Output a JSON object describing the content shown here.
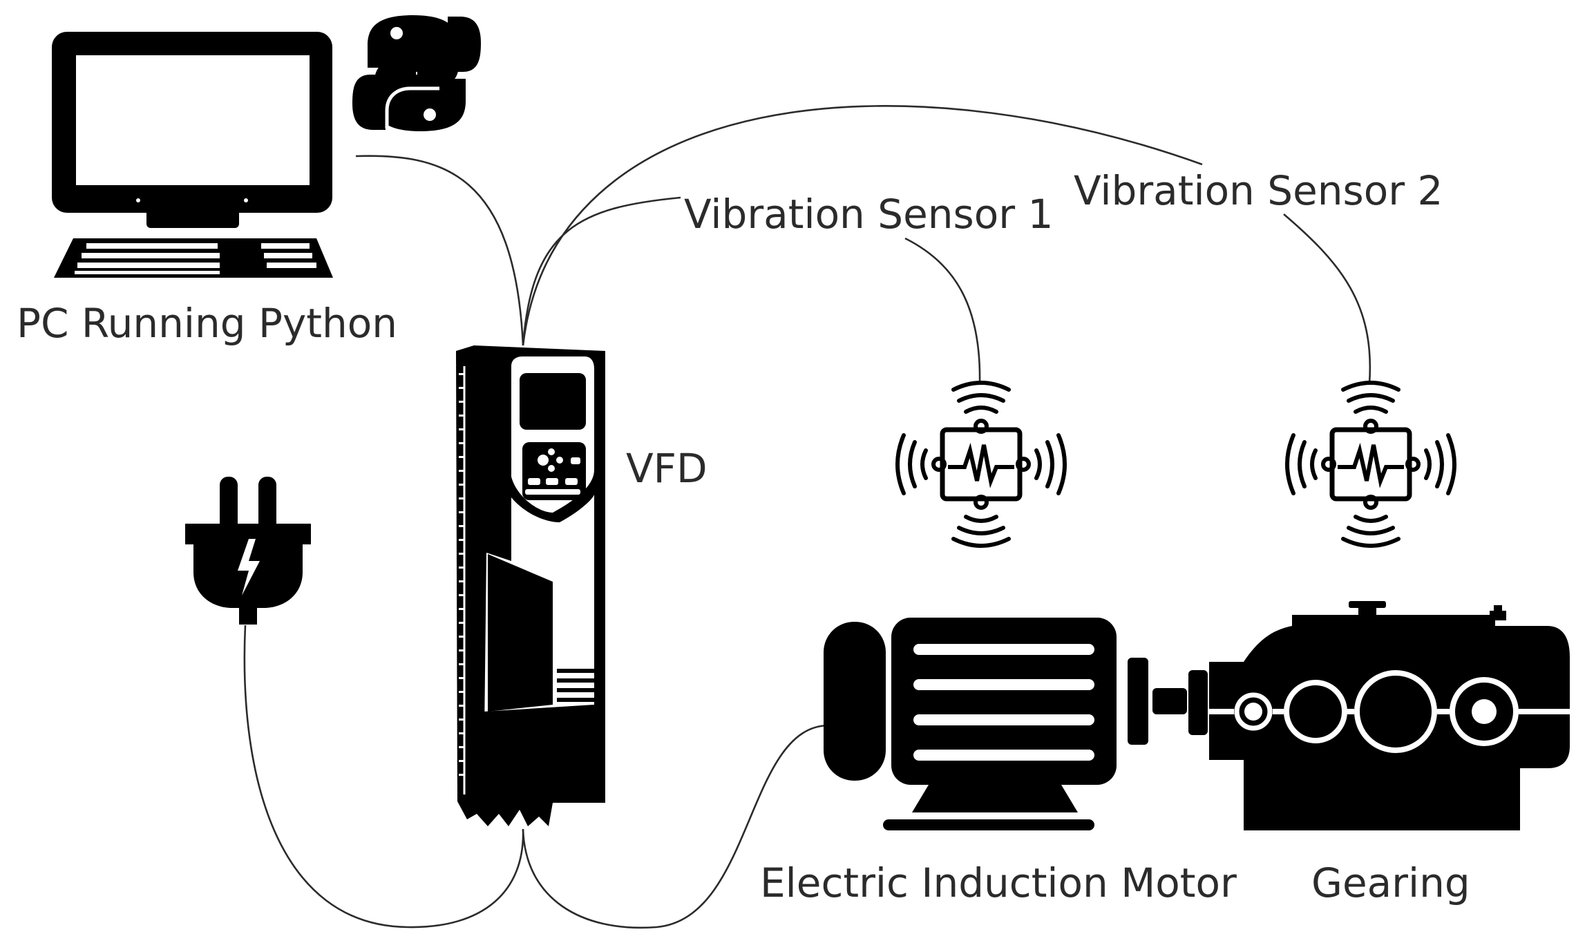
{
  "diagram": {
    "labels": {
      "pc": "PC Running Python",
      "vfd": "VFD",
      "sensor1": "Vibration Sensor 1",
      "sensor2": "Vibration Sensor 2",
      "motor": "Electric Induction Motor",
      "gearing": "Gearing"
    },
    "icons": {
      "computer": "desktop-computer-icon",
      "python": "python-logo-icon",
      "plug": "power-plug-icon",
      "vfd": "variable-frequency-drive-icon",
      "sensor": "vibration-sensor-icon",
      "motor": "electric-motor-icon",
      "gearbox": "gearbox-icon"
    },
    "colors": {
      "ink": "#000000",
      "wire": "#2b2b2b",
      "background": "#ffffff"
    }
  }
}
